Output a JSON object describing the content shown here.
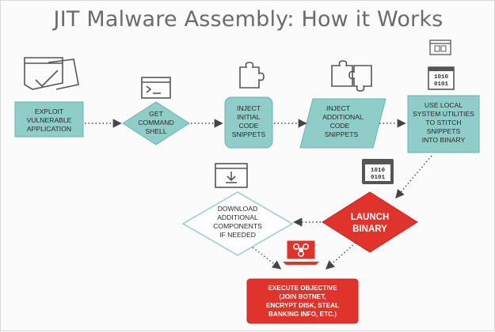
{
  "title": "JIT Malware Assembly: How it Works",
  "colors": {
    "teal": "#8ecdc8",
    "teal_stroke": "#6ab3ad",
    "red": "#e0332b",
    "outline": "#9fd0cc",
    "icon": "#555555"
  },
  "steps": [
    {
      "id": "exploit",
      "lines": [
        "EXPLOIT",
        "VULNERABLE",
        "APPLICATION"
      ],
      "icon": "browser-window-icon"
    },
    {
      "id": "shell",
      "lines": [
        "GET",
        "COMMAND",
        "SHELL"
      ],
      "icon": "terminal-icon"
    },
    {
      "id": "inject_initial",
      "lines": [
        "INJECT",
        "INITIAL",
        "CODE",
        "SNIPPETS"
      ],
      "icon": "puzzle-piece-icon"
    },
    {
      "id": "inject_additional",
      "lines": [
        "INJECT",
        "ADDITIONAL",
        "CODE",
        "SNIPPETS"
      ],
      "icon": "puzzle-pieces-icon"
    },
    {
      "id": "stitch",
      "lines": [
        "USE LOCAL",
        "SYSTEM UTILITIES",
        "TO STITCH",
        "SNIPPETS",
        "INTO BINARY"
      ],
      "icon": "binary-window-icon"
    },
    {
      "id": "launch",
      "lines": [
        "LAUNCH",
        "BINARY"
      ],
      "icon": "binary-terminal-icon"
    },
    {
      "id": "download",
      "lines": [
        "DOWNLOAD",
        "ADDITIONAL",
        "COMPONENTS",
        "IF NEEDED"
      ],
      "icon": "download-window-icon"
    },
    {
      "id": "execute",
      "lines": [
        "EXECUTE OBJECTIVE",
        "(JOIN BOTNET,",
        "ENCRYPT DISK, STEAL",
        "BANKING INFO, ETC.)"
      ],
      "icon": "biohazard-laptop-icon"
    }
  ],
  "icon_text": {
    "binary_a": "1010",
    "binary_b": "0101"
  }
}
